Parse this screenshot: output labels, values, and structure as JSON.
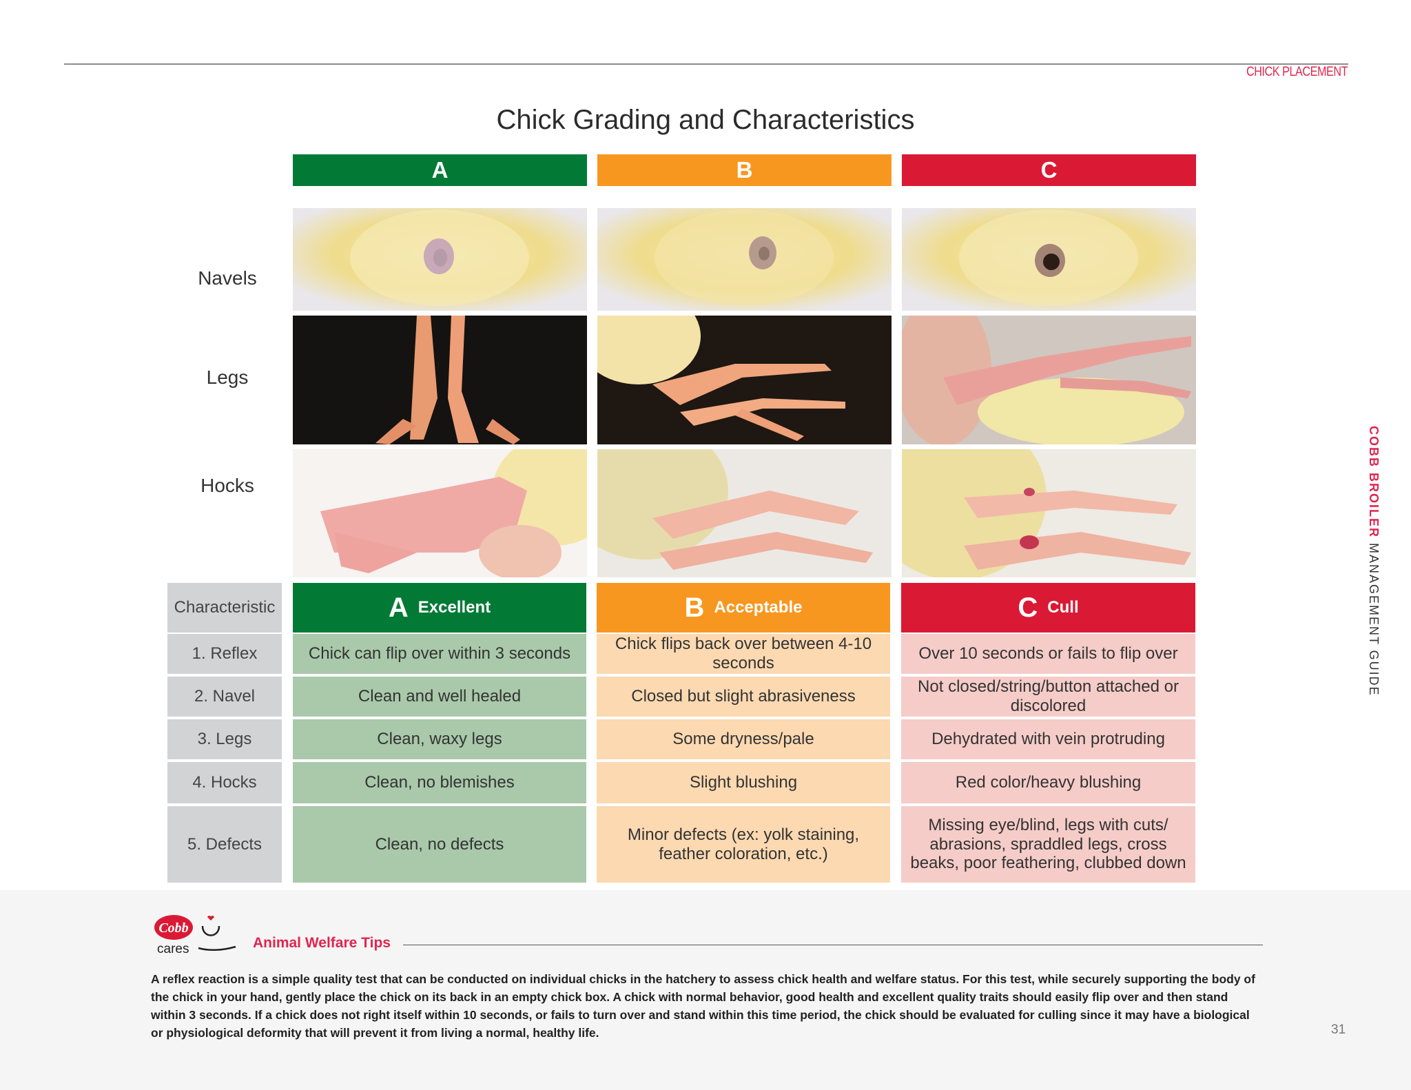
{
  "header": {
    "section": "CHICK PLACEMENT",
    "side_brand": "COBB BROILER",
    "side_rest": " MANAGEMENT GUIDE"
  },
  "title": "Chick Grading and Characteristics",
  "grades": [
    {
      "letter": "A",
      "label": "Excellent",
      "color": "#027a35"
    },
    {
      "letter": "B",
      "label": "Acceptable",
      "color": "#f7971f"
    },
    {
      "letter": "C",
      "label": "Cull",
      "color": "#da1a35"
    }
  ],
  "photo_rows": [
    "Navels",
    "Legs",
    "Hocks"
  ],
  "table": {
    "header": "Characteristic",
    "rows": [
      {
        "name": "1. Reflex",
        "a": "Chick can flip over within 3 seconds",
        "b": "Chick flips back over between 4-10 seconds",
        "c": "Over 10 seconds or fails to flip over"
      },
      {
        "name": "2. Navel",
        "a": "Clean and well healed",
        "b": "Closed but slight abrasiveness",
        "c": "Not closed/string/button attached or discolored"
      },
      {
        "name": "3. Legs",
        "a": "Clean, waxy legs",
        "b": "Some dryness/pale",
        "c": "Dehydrated with vein protruding"
      },
      {
        "name": "4. Hocks",
        "a": "Clean, no blemishes",
        "b": "Slight blushing",
        "c": "Red color/heavy blushing"
      },
      {
        "name": "5. Defects",
        "a": "Clean, no defects",
        "b": "Minor defects (ex: yolk staining, feather coloration, etc.)",
        "c": "Missing eye/blind, legs with cuts/ abrasions, spraddled legs, cross beaks, poor feathering, clubbed down"
      }
    ]
  },
  "footer": {
    "logo_top": "Cobb",
    "logo_bottom": "cares",
    "tips_title": "Animal Welfare Tips",
    "tips_text": "A reflex reaction is a simple quality test that can be conducted on individual chicks in the hatchery to assess chick health and welfare status. For this test, while securely supporting the body of the chick in your hand, gently place the chick on its back in an empty chick box. A chick with normal behavior, good health and excellent quality traits should easily flip over and then stand within 3 seconds. If a chick does not right itself within 10 seconds, or fails to turn over and stand within this time period, the chick should be evaluated for culling since it may have a biological or physiological deformity that will prevent it from living a normal, healthy life.",
    "page_number": "31"
  }
}
